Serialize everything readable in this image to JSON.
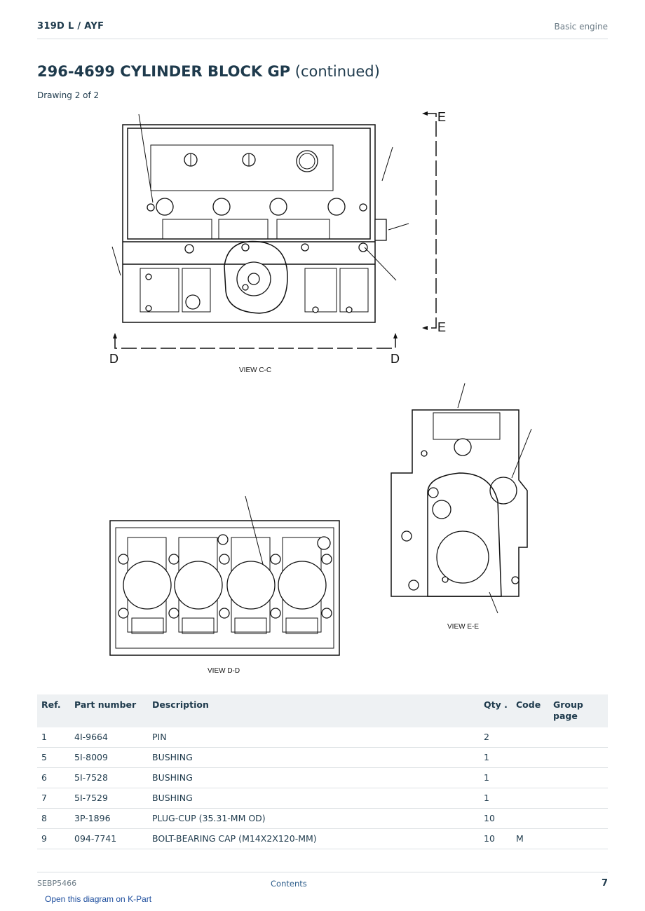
{
  "header": {
    "model": "319D L  /  AYF",
    "section": "Basic engine"
  },
  "title": {
    "number_name": "296-4699 CYLINDER BLOCK GP",
    "suffix": "(continued)"
  },
  "subtitle": "Drawing 2 of 2",
  "drawing": {
    "view_cc_caption": "VIEW C-C",
    "view_dd_caption": "VIEW D-D",
    "view_ee_caption": "VIEW E-E",
    "section_marker_d": "D",
    "section_marker_e": "E"
  },
  "table": {
    "headers": {
      "ref": "Ref.",
      "part_number": "Part number",
      "description": "Description",
      "qty": "Qty .",
      "code": "Code",
      "group_page": "Group page"
    },
    "rows": [
      {
        "ref": "1",
        "part_number": "4I-9664",
        "description": "PIN",
        "qty": "2",
        "code": "",
        "group_page": ""
      },
      {
        "ref": "5",
        "part_number": "5I-8009",
        "description": "BUSHING",
        "qty": "1",
        "code": "",
        "group_page": ""
      },
      {
        "ref": "6",
        "part_number": "5I-7528",
        "description": "BUSHING",
        "qty": "1",
        "code": "",
        "group_page": ""
      },
      {
        "ref": "7",
        "part_number": "5I-7529",
        "description": "BUSHING",
        "qty": "1",
        "code": "",
        "group_page": ""
      },
      {
        "ref": "8",
        "part_number": "3P-1896",
        "description": "PLUG-CUP (35.31-MM OD)",
        "qty": "10",
        "code": "",
        "group_page": ""
      },
      {
        "ref": "9",
        "part_number": "094-7741",
        "description": "BOLT-BEARING CAP (M14X2X120-MM)",
        "qty": "10",
        "code": "M",
        "group_page": ""
      }
    ]
  },
  "footer": {
    "doc_id": "SEBP5466",
    "contents_link": "Contents",
    "page_number": "7"
  },
  "kpart_link": "Open this diagram on K-Part"
}
